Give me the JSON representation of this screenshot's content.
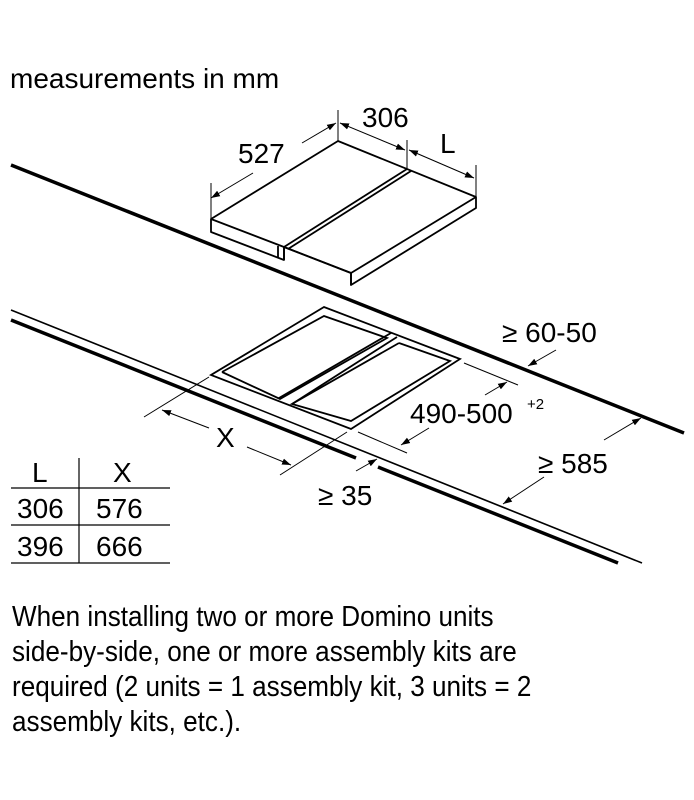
{
  "header": {
    "units_label": "measurements in mm"
  },
  "dimensions": {
    "depth": "527",
    "width": "306",
    "length": "L",
    "back_clearance": "≥ 60-50",
    "cutout_depth": "490-500",
    "cutout_depth_tolerance": "+2",
    "cutout_width": "X",
    "front_clearance": "≥ 35",
    "worktop_depth": "≥ 585"
  },
  "table": {
    "headers": [
      "L",
      "X"
    ],
    "rows": [
      [
        "306",
        "576"
      ],
      [
        "396",
        "666"
      ]
    ]
  },
  "note": {
    "lines": [
      "When installing two or more Domino units",
      "side-by-side, one or more assembly kits are",
      "required (2 units = 1 assembly kit, 3 units = 2",
      "assembly kits, etc.)."
    ]
  }
}
